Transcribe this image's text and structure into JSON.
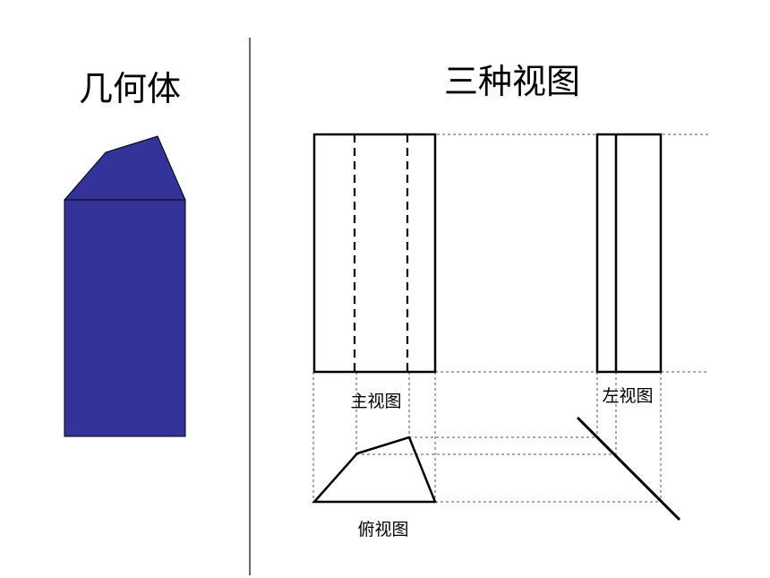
{
  "left_panel": {
    "title": "几何体"
  },
  "right_panel": {
    "title": "三种视图",
    "front_view_label": "主视图",
    "side_view_label": "左视图",
    "top_view_label": "俯视图"
  },
  "colors": {
    "solid_fill": "#333399",
    "line": "#000000"
  }
}
